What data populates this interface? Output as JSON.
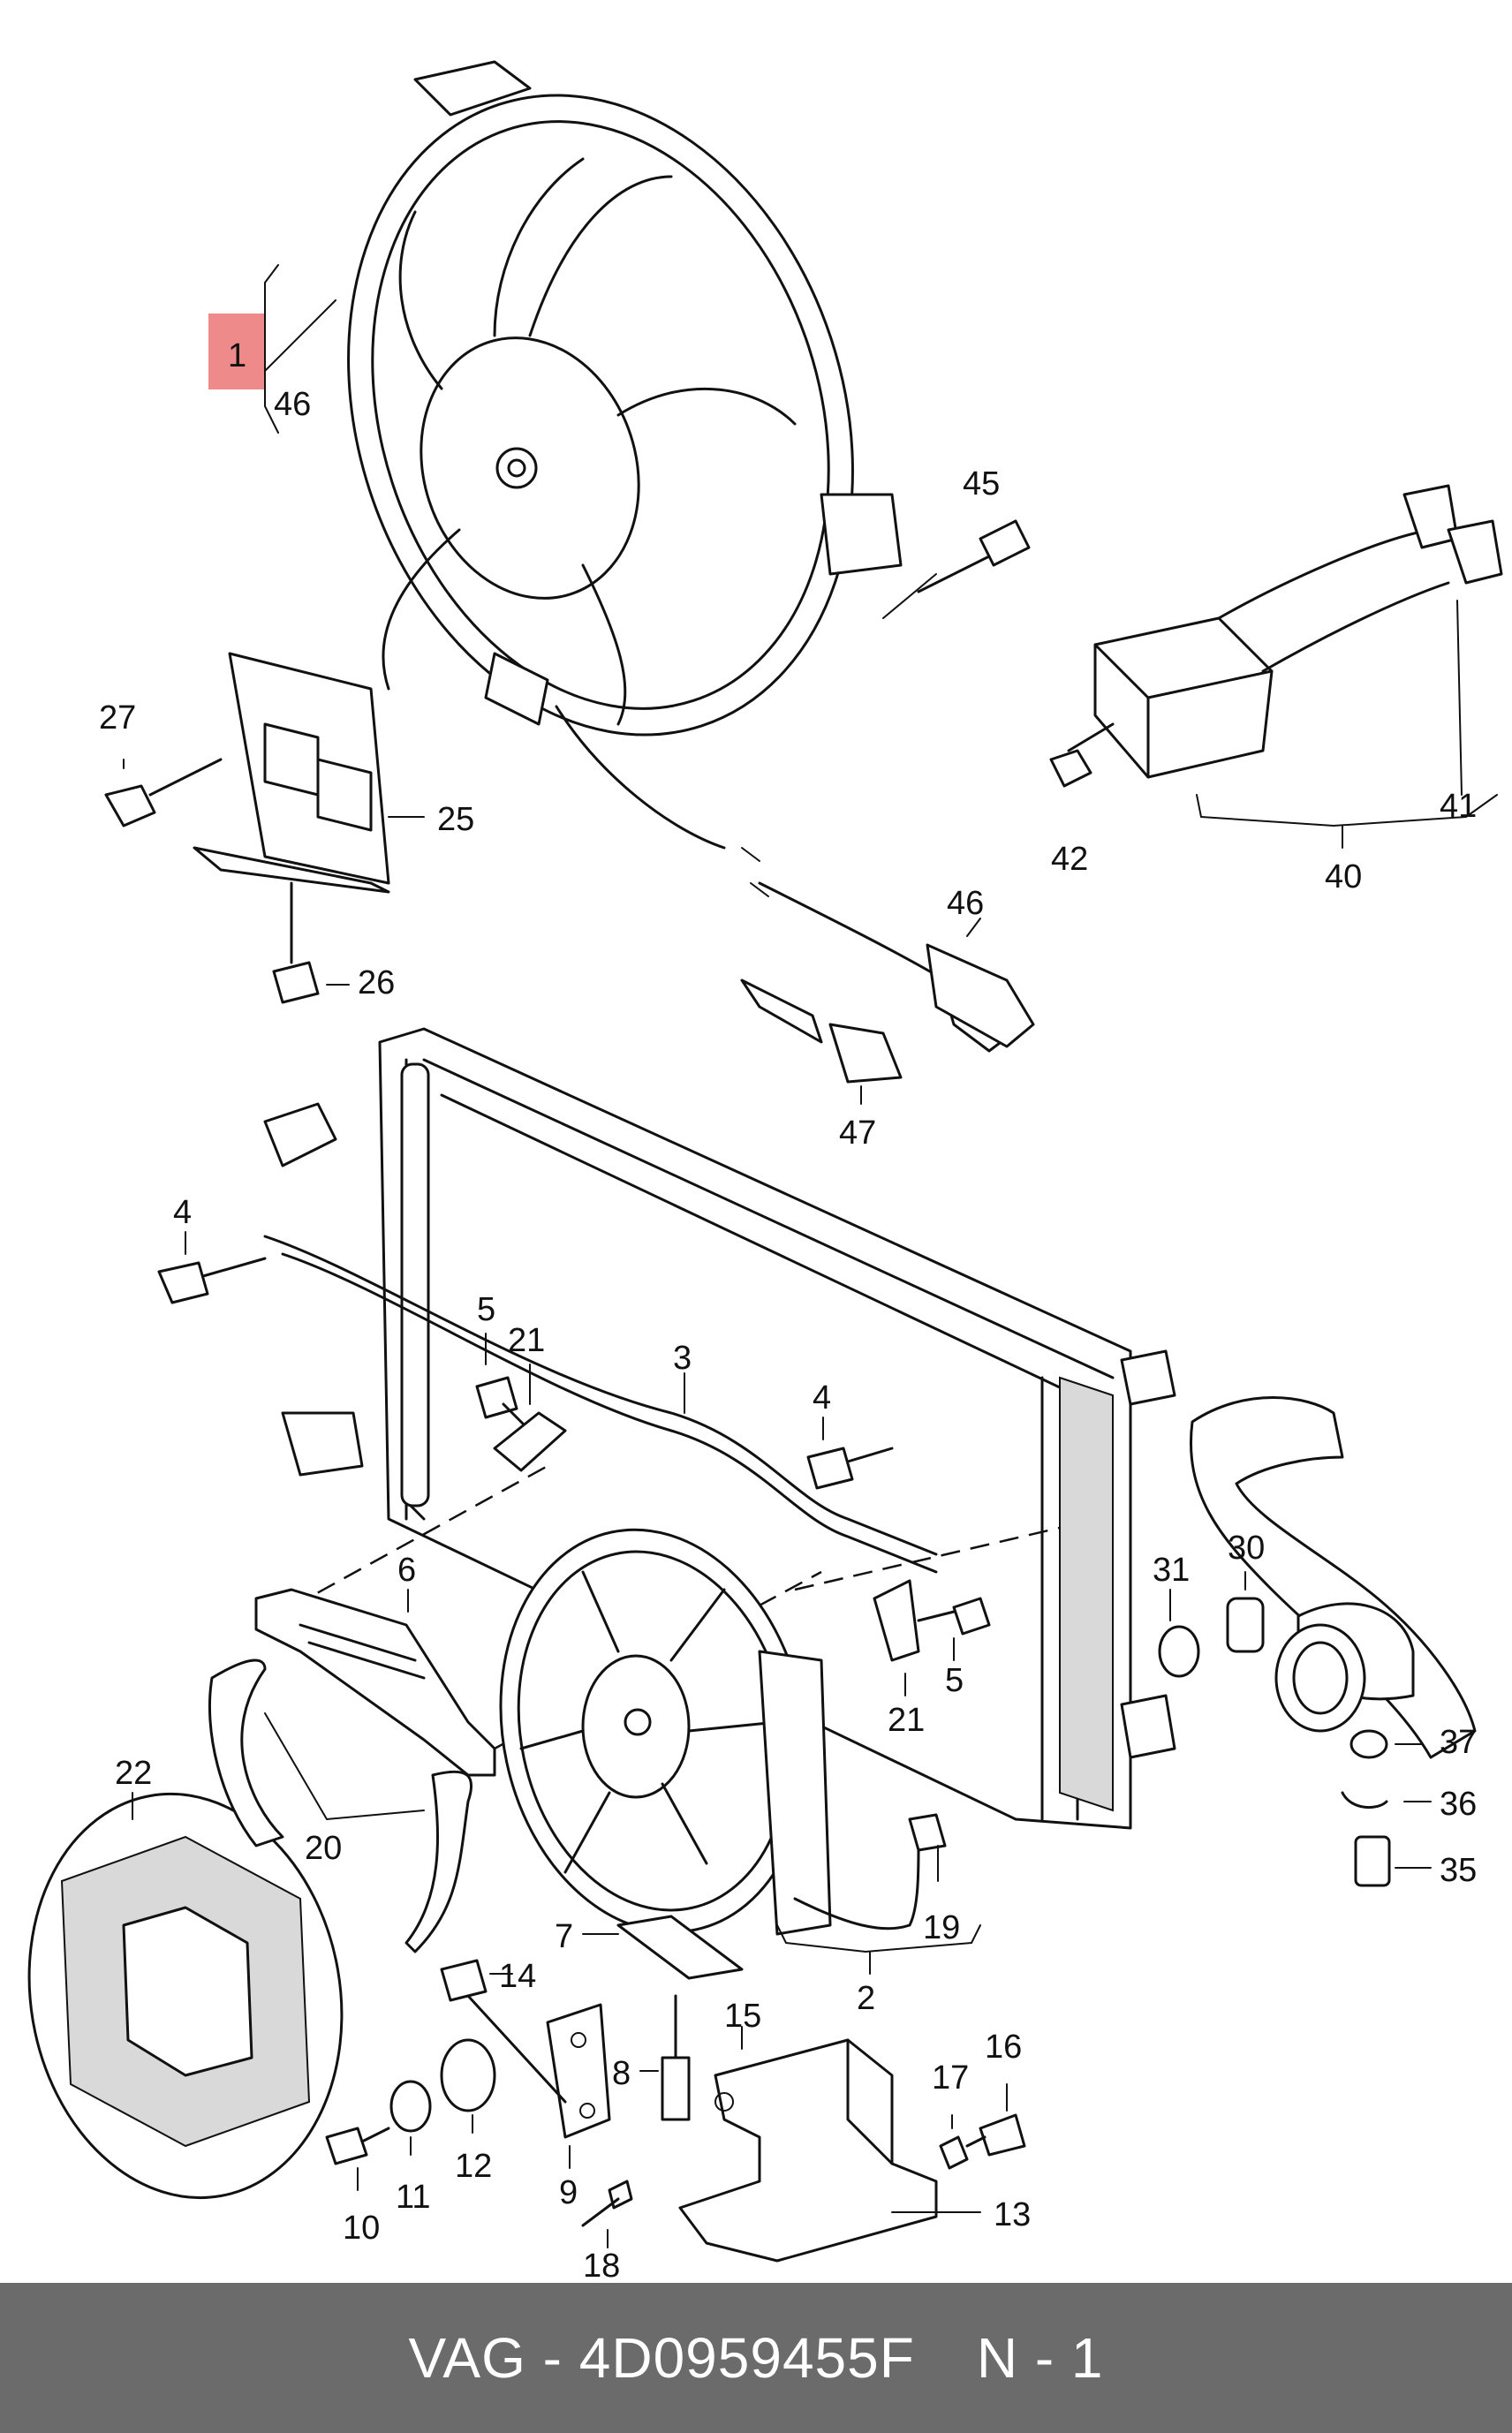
{
  "diagram": {
    "highlight_color": "#ef8a8a",
    "callouts": [
      "1",
      "46",
      "45",
      "27",
      "25",
      "26",
      "46",
      "47",
      "42",
      "41",
      "40",
      "4",
      "5",
      "21",
      "3",
      "4",
      "6",
      "30",
      "31",
      "5",
      "21",
      "37",
      "36",
      "35",
      "22",
      "20",
      "19",
      "2",
      "7",
      "14",
      "15",
      "16",
      "17",
      "8",
      "12",
      "11",
      "10",
      "9",
      "18",
      "13"
    ]
  },
  "footer": {
    "brand": "VAG",
    "separator": "-",
    "part_number": "4D0959455F",
    "position": "N - 1"
  }
}
